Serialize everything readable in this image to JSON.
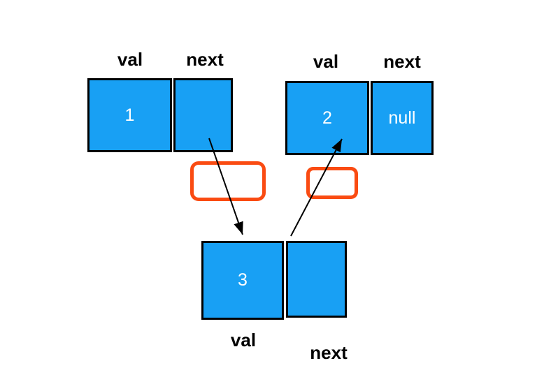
{
  "diagram": {
    "type": "linked-list",
    "colors": {
      "node_fill": "#18A0F4",
      "node_border": "#000000",
      "value_text": "#FFFFFF",
      "label_text": "#000000",
      "highlight_border": "#FA4B12",
      "arrow": "#000000"
    },
    "nodes": [
      {
        "name": "node1",
        "val": "1",
        "next": "",
        "val_label": "val",
        "next_label": "next"
      },
      {
        "name": "node2",
        "val": "2",
        "next": "null",
        "val_label": "val",
        "next_label": "next"
      },
      {
        "name": "node3",
        "val": "3",
        "next": "",
        "val_label": "val",
        "next_label": "next"
      }
    ],
    "arrows": [
      {
        "name": "arrow-node1-next-to-node3-val"
      },
      {
        "name": "arrow-node3-next-to-node2-val"
      }
    ],
    "highlights": [
      {
        "name": "highlight-box-1"
      },
      {
        "name": "highlight-box-2"
      }
    ]
  }
}
